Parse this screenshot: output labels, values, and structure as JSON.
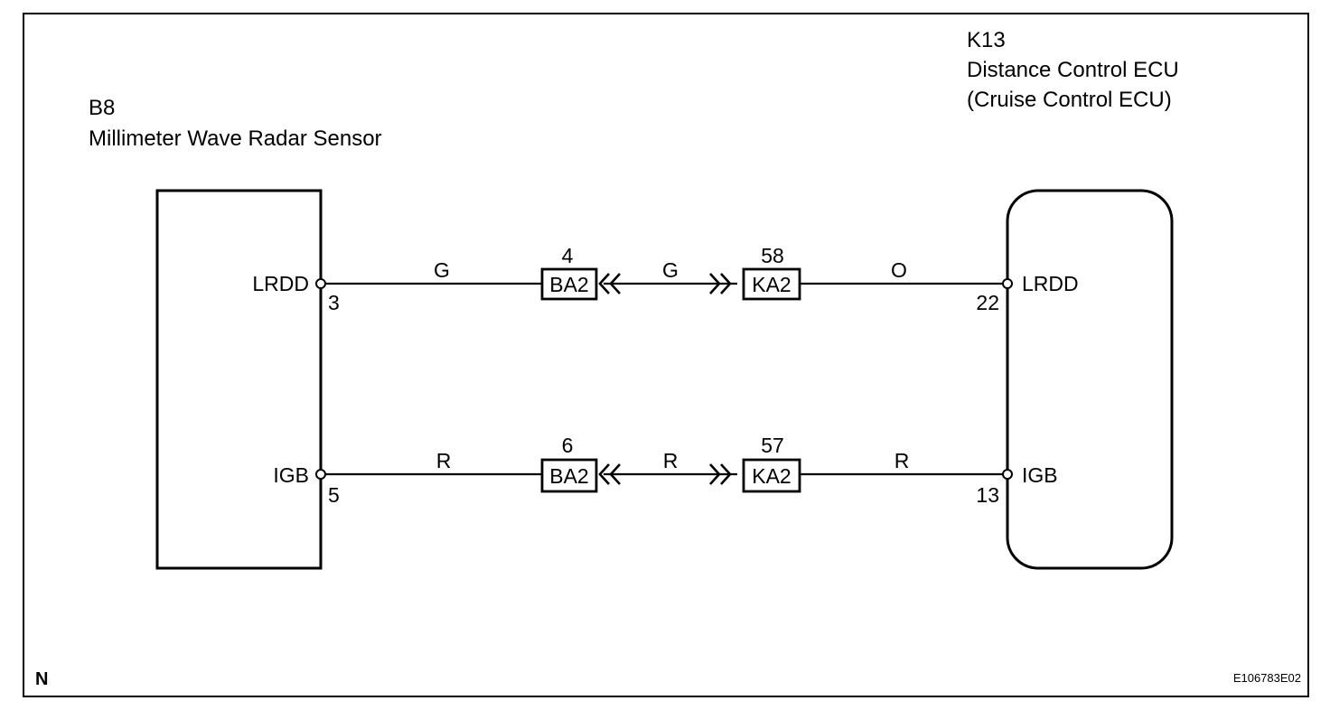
{
  "components": {
    "sensor": {
      "code": "B8",
      "name": "Millimeter Wave Radar Sensor",
      "pins": [
        {
          "signal": "LRDD",
          "number": "3"
        },
        {
          "signal": "IGB",
          "number": "5"
        }
      ]
    },
    "ecu": {
      "code": "K13",
      "name": "Distance Control ECU",
      "subname": "(Cruise Control ECU)",
      "pins": [
        {
          "signal": "LRDD",
          "number": "22"
        },
        {
          "signal": "IGB",
          "number": "13"
        }
      ]
    }
  },
  "circuits": [
    {
      "from_signal": "LRDD",
      "from_pin": "3",
      "wire_color_1": "G",
      "connector_1": {
        "name": "BA2",
        "pin": "4"
      },
      "wire_color_2": "G",
      "connector_2": {
        "name": "KA2",
        "pin": "58"
      },
      "wire_color_3": "O",
      "to_signal": "LRDD",
      "to_pin": "22"
    },
    {
      "from_signal": "IGB",
      "from_pin": "5",
      "wire_color_1": "R",
      "connector_1": {
        "name": "BA2",
        "pin": "6"
      },
      "wire_color_2": "R",
      "connector_2": {
        "name": "KA2",
        "pin": "57"
      },
      "wire_color_3": "R",
      "to_signal": "IGB",
      "to_pin": "13"
    }
  ],
  "footer": {
    "corner_mark": "N",
    "figure_id": "E106783E02"
  }
}
